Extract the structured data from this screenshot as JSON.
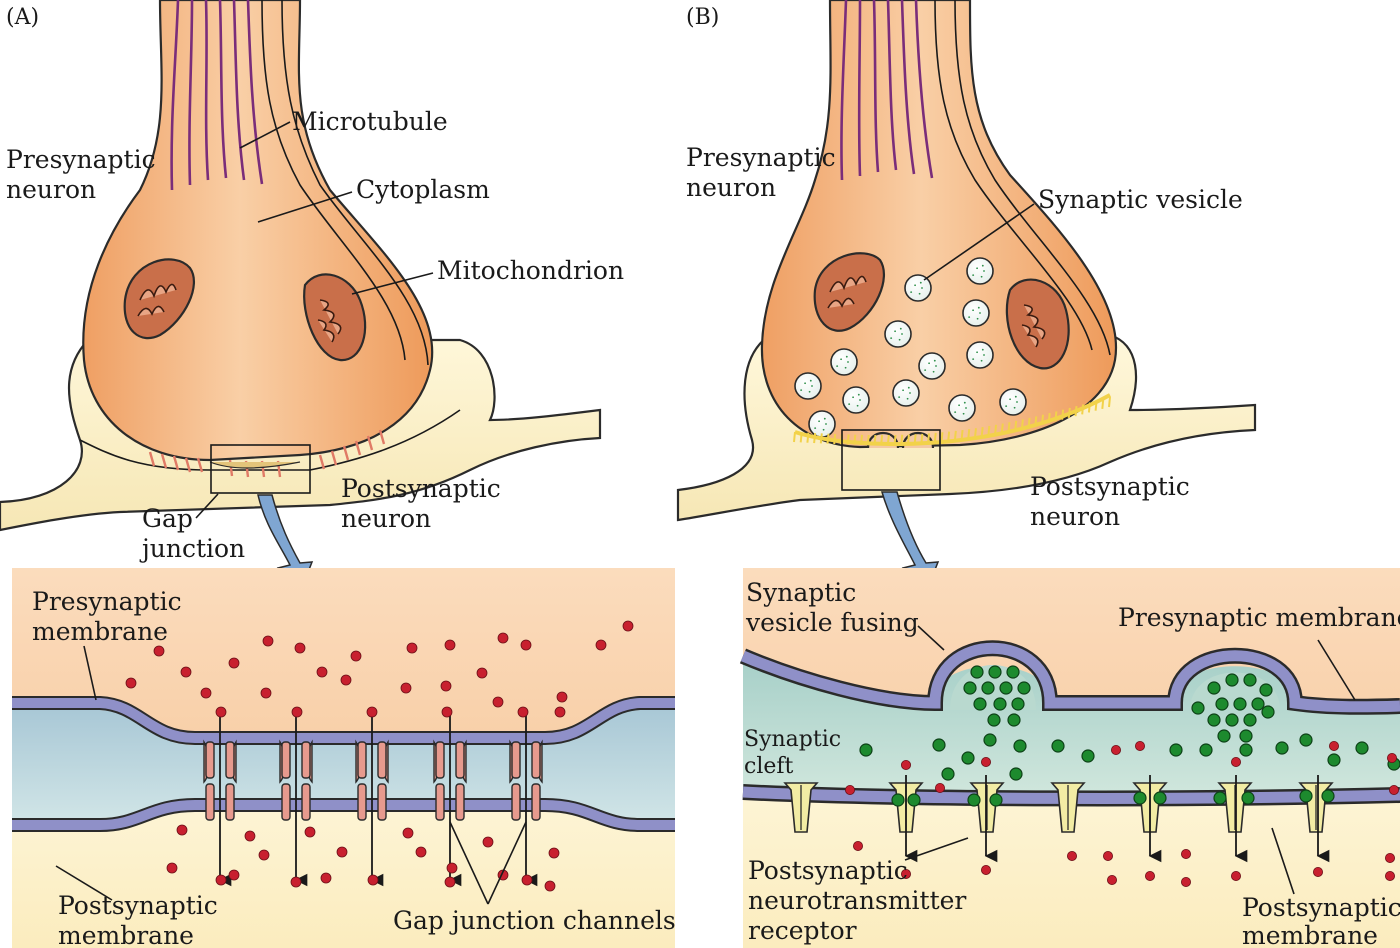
{
  "panels": {
    "a": {
      "letter": "(A)",
      "labels": {
        "microtubule": "Microtubule",
        "presynaptic_neuron": [
          "Presynaptic",
          "neuron"
        ],
        "cytoplasm": "Cytoplasm",
        "mitochondrion": "Mitochondrion",
        "postsynaptic_neuron": [
          "Postsynaptic",
          "neuron"
        ],
        "gap_junction": [
          "Gap",
          "junction"
        ],
        "presynaptic_membrane": [
          "Presynaptic",
          "membrane"
        ],
        "postsynaptic_membrane": [
          "Postsynaptic",
          "membrane"
        ],
        "gap_junction_channels": "Gap junction channels"
      }
    },
    "b": {
      "letter": "(B)",
      "labels": {
        "presynaptic_neuron": [
          "Presynaptic",
          "neuron"
        ],
        "synaptic_vesicle": "Synaptic vesicle",
        "postsynaptic_neuron": [
          "Postsynaptic",
          "neuron"
        ],
        "synaptic_vesicle_fusing": [
          "Synaptic",
          "vesicle fusing"
        ],
        "presynaptic_membrane": "Presynaptic membrane",
        "synaptic_cleft": [
          "Synaptic",
          "cleft"
        ],
        "receptor": [
          "Postsynaptic",
          "neurotransmitter",
          "receptor"
        ],
        "postsynaptic_membrane": [
          "Postsynaptic",
          "membrane"
        ]
      }
    }
  },
  "colors": {
    "presynaptic": "#f4b98a",
    "postsynaptic": "#fbeec4",
    "membrane": "#8f90c8",
    "cleft_a": "#bcd7de",
    "cleft_b": "#b9d9cf",
    "ion": "#c8202f",
    "transmitter": "#1d8a2e",
    "mitochondrion": "#c96f4a",
    "channel": "#e79a8e",
    "receptor": "#f2eca4",
    "arrow": "#7fa6d2"
  }
}
